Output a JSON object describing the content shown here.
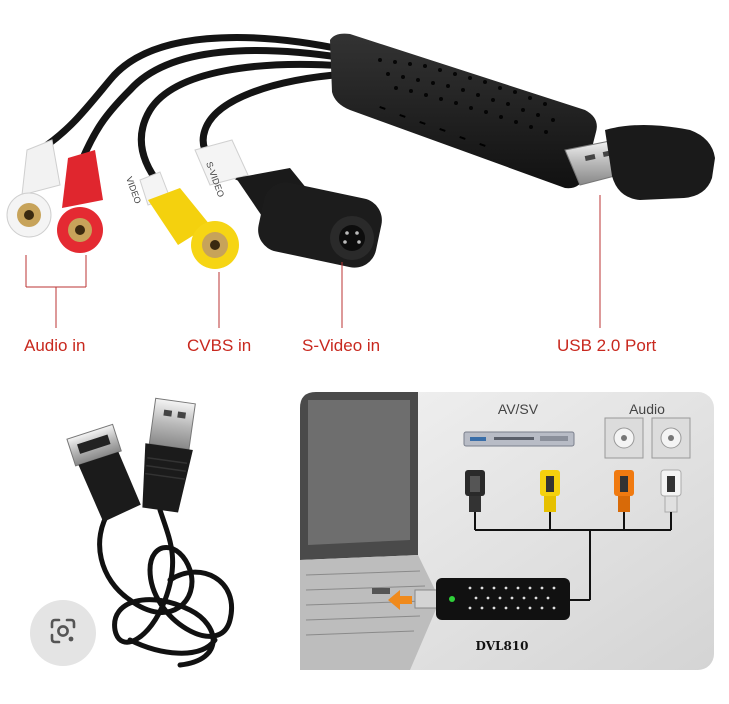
{
  "labels": {
    "audio_in": "Audio in",
    "cvbs_in": "CVBS in",
    "svideo_in": "S-Video in",
    "usb_port": "USB 2.0 Port"
  },
  "diagram": {
    "av_sv": "AV/SV",
    "audio": "Audio",
    "device_label": "DVL810"
  },
  "cable_print": {
    "svideo": "S-VIDEO",
    "video": "VIDEO"
  },
  "colors": {
    "label_red": "#c8281e",
    "rca_white": "#f2f2f2",
    "rca_red": "#e0262e",
    "rca_yellow": "#f4d10e",
    "plug_orange": "#f07a10",
    "panel_bg": "#e6e6e6",
    "arrow_orange": "#f08a1c"
  },
  "icons": {
    "lens_button": "google-lens-icon"
  }
}
